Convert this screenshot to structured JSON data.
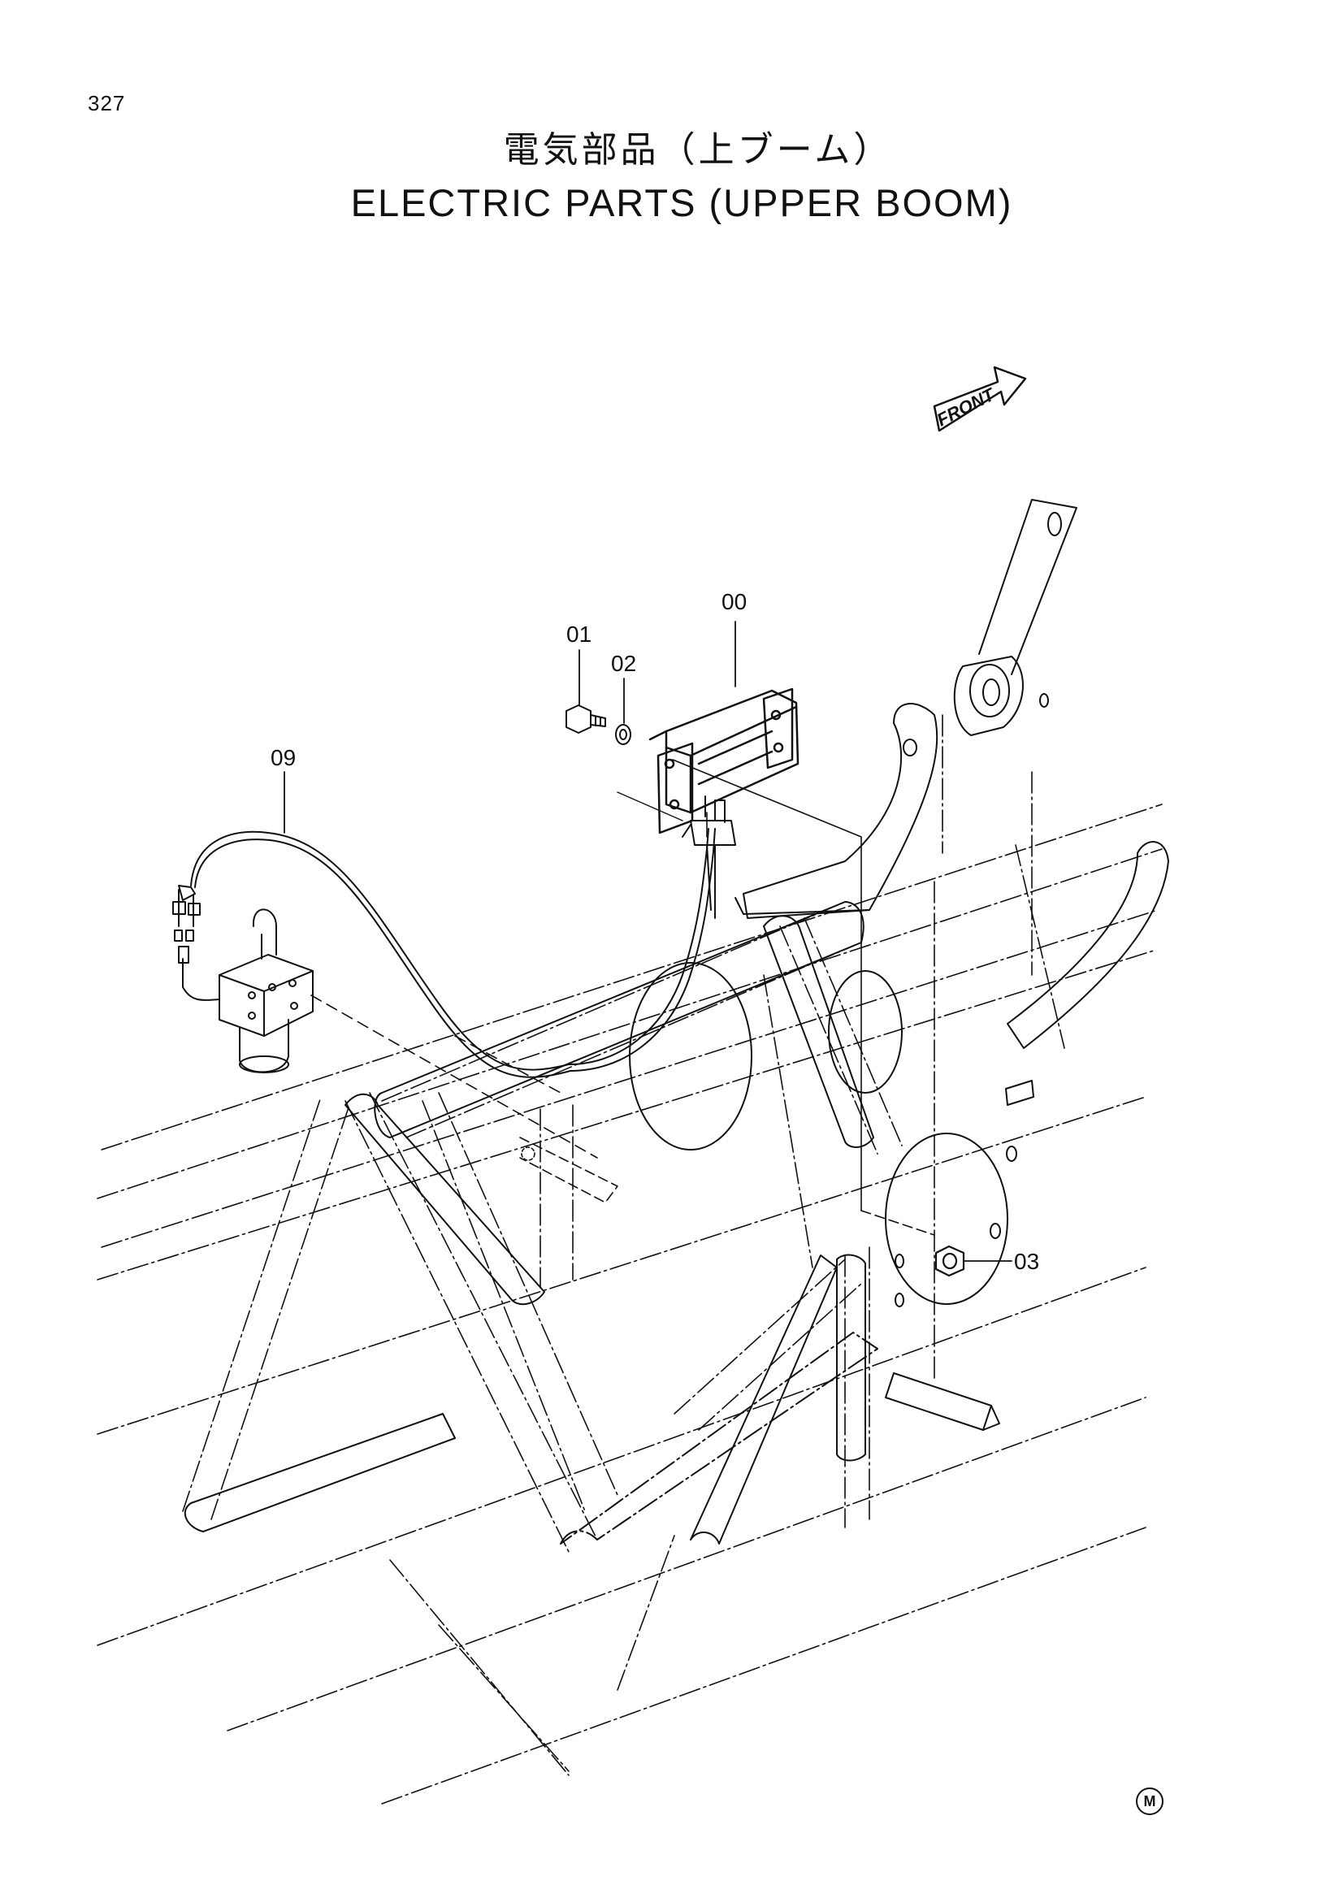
{
  "header": {
    "page_number": "327",
    "title_jp": "電気部品（上ブーム）",
    "title_en": "ELECTRIC PARTS (UPPER BOOM)"
  },
  "indicator": {
    "front_label": "FRONT"
  },
  "callouts": {
    "p00": "00",
    "p01": "01",
    "p02": "02",
    "p03": "03",
    "p09": "09"
  },
  "footer": {
    "mark": "M"
  }
}
